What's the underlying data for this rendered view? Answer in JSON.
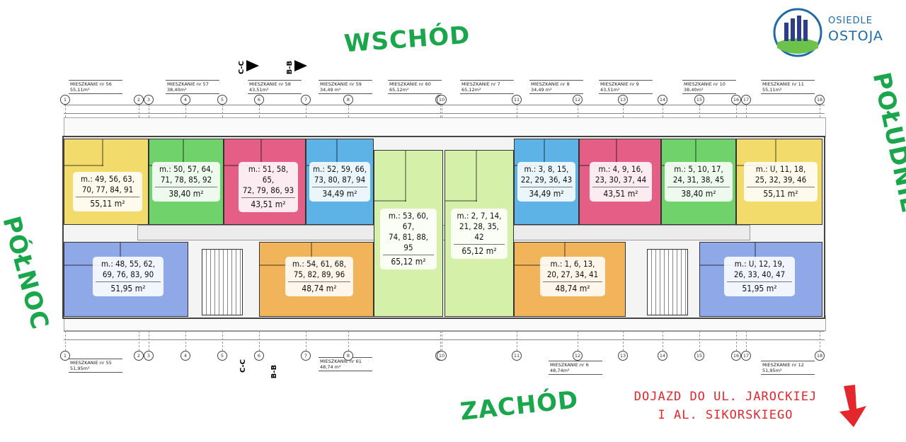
{
  "logo": {
    "line1": "OSIEDLE",
    "line2": "OSTOJA"
  },
  "compass": {
    "east": "WSCHÓD",
    "west": "ZACHÓD",
    "north": "PÓŁNOC",
    "south": "POŁUDNIE"
  },
  "note": {
    "line1": "DOJAZD DO UL. JAROCKIEJ",
    "line2": "I AL. SIKORSKIEGO"
  },
  "colors": {
    "yellow": "#f3db6b",
    "green": "#6fd26a",
    "pink": "#e55e86",
    "blue": "#5db3e6",
    "lightgreen": "#d5f0a8",
    "orange": "#f2b45a",
    "periwinkle": "#8fa8e8",
    "compass": "#1aa64a",
    "arrow": "#e4262d"
  },
  "top_headers": [
    {
      "name": "MIESZKANIE nr 56",
      "area": "55,11m²"
    },
    {
      "name": "MIESZKANIE nr 57",
      "area": "38,40m²"
    },
    {
      "name": "MIESZKANIE nr 58",
      "area": "43,51m²"
    },
    {
      "name": "MIESZKANIE nr 59",
      "area": "34,49 m²"
    },
    {
      "name": "MIESZKANIE nr 60",
      "area": "65,12m²"
    },
    {
      "name": "MIESZKANIE nr 7",
      "area": "65,12m²"
    },
    {
      "name": "MIESZKANIE nr 8",
      "area": "34,49 m²"
    },
    {
      "name": "MIESZKANIE nr 9",
      "area": "43,51m²"
    },
    {
      "name": "MIESZKANIE nr 10",
      "area": "38,40m²"
    },
    {
      "name": "MIESZKANIE nr 11",
      "area": "55,11m²"
    }
  ],
  "bottom_headers": [
    {
      "name": "MIESZKANIE nr 55",
      "area": "51,95m²"
    },
    {
      "name": "MIESZKANIE nr 61",
      "area": "48,74 m²"
    },
    {
      "name": "MIESZKANIE nr 6",
      "area": "48,74m²"
    },
    {
      "name": "MIESZKANIE nr 12",
      "area": "51,95m²"
    }
  ],
  "sections": {
    "cc": "C-C",
    "bb": "B-B"
  },
  "axes": [
    "1",
    "2",
    "3",
    "4",
    "5",
    "6",
    "7",
    "8",
    "9",
    "10",
    "11",
    "12",
    "13",
    "14",
    "15",
    "16",
    "17",
    "18"
  ],
  "apartments": [
    {
      "id": "a1",
      "color": "yellow",
      "nums": "m.: 49, 56, 63,\n70, 77, 84, 91",
      "area": "55,11 m²"
    },
    {
      "id": "a2",
      "color": "green",
      "nums": "m.: 50, 57, 64,\n71, 78, 85, 92",
      "area": "38,40 m²"
    },
    {
      "id": "a3",
      "color": "pink",
      "nums": "m.: 51, 58, 65,\n72, 79, 86, 93",
      "area": "43,51 m²"
    },
    {
      "id": "a4",
      "color": "blue",
      "nums": "m.: 52, 59, 66,\n73, 80, 87, 94",
      "area": "34,49 m²"
    },
    {
      "id": "a5",
      "color": "lightgreen",
      "nums": "m.: 53, 60, 67,\n74, 81, 88, 95",
      "area": "65,12 m²"
    },
    {
      "id": "a6",
      "color": "lightgreen",
      "nums": "m.: 2, 7, 14,\n21, 28, 35, 42",
      "area": "65,12 m²"
    },
    {
      "id": "a7",
      "color": "blue",
      "nums": "m.: 3, 8, 15,\n22, 29, 36, 43",
      "area": "34,49 m²"
    },
    {
      "id": "a8",
      "color": "pink",
      "nums": "m.: 4, 9, 16,\n23, 30, 37, 44",
      "area": "43,51 m²"
    },
    {
      "id": "a9",
      "color": "green",
      "nums": "m.: 5, 10, 17,\n24, 31, 38, 45",
      "area": "38,40 m²"
    },
    {
      "id": "a10",
      "color": "yellow",
      "nums": "m.: U, 11, 18,\n25, 32, 39, 46",
      "area": "55,11 m²"
    },
    {
      "id": "a11",
      "color": "periwinkle",
      "nums": "m.: 48, 55, 62,\n69, 76, 83, 90",
      "area": "51,95 m²"
    },
    {
      "id": "a12",
      "color": "orange",
      "nums": "m.: 54, 61, 68,\n75, 82, 89, 96",
      "area": "48,74 m²"
    },
    {
      "id": "a13",
      "color": "orange",
      "nums": "m.: 1, 6, 13,\n20, 27, 34, 41",
      "area": "48,74 m²"
    },
    {
      "id": "a14",
      "color": "periwinkle",
      "nums": "m.: U, 12, 19,\n26, 33, 40, 47",
      "area": "51,95 m²"
    }
  ]
}
